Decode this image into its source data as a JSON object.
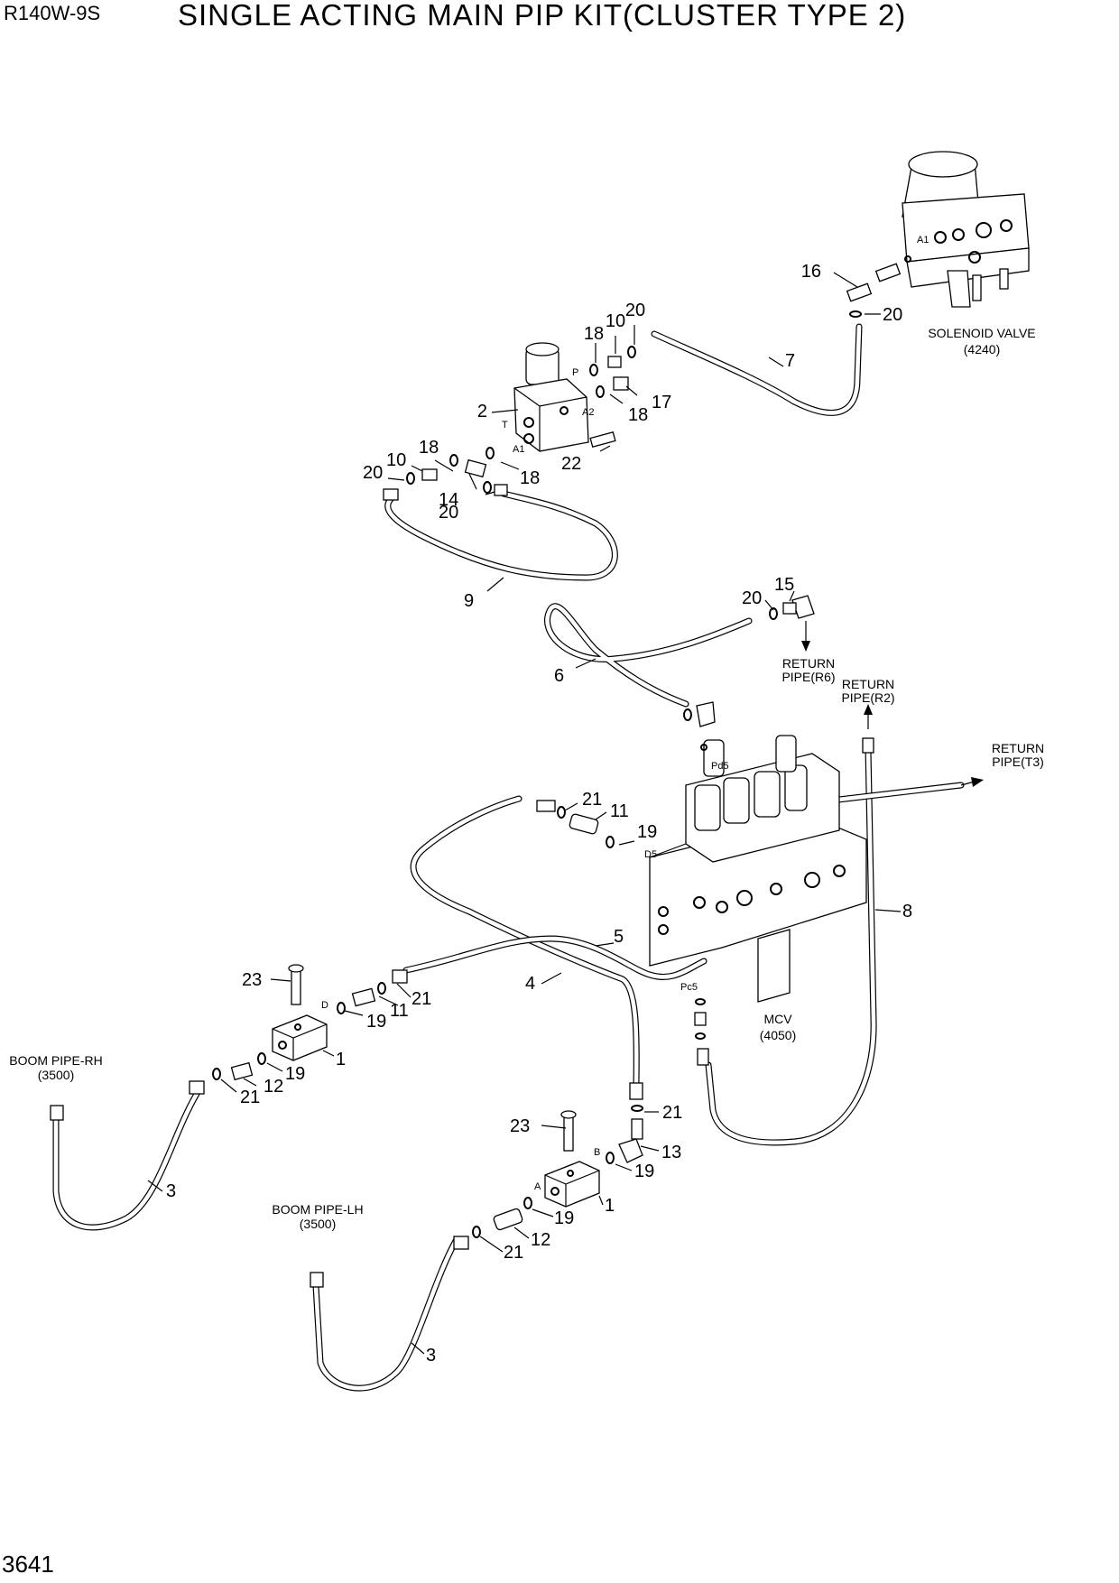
{
  "header": {
    "model": "R140W-9S",
    "title": "SINGLE ACTING MAIN PIP KIT(CLUSTER TYPE 2)"
  },
  "footer": {
    "page_number": "3641"
  },
  "components": {
    "solenoid_valve": {
      "name": "SOLENOID VALVE",
      "ref": "(4240)"
    },
    "mcv": {
      "name": "MCV",
      "ref": "(4050)"
    },
    "return_r6": {
      "line1": "RETURN",
      "line2": "PIPE(R6)"
    },
    "return_r2": {
      "line1": "RETURN",
      "line2": "PIPE(R2)"
    },
    "return_t3": {
      "line1": "RETURN",
      "line2": "PIPE(T3)"
    },
    "boom_rh": {
      "line1": "BOOM PIPE-RH",
      "line2": "(3500)"
    },
    "boom_lh": {
      "line1": "BOOM PIPE-LH",
      "line2": "(3500)"
    }
  },
  "ports": {
    "a1_sol": "A1",
    "p": "P",
    "t": "T",
    "a2": "A2",
    "a1_valve": "A1",
    "pd5": "Pd5",
    "d5": "D5",
    "pc5": "Pc5",
    "d": "D",
    "b": "B",
    "a": "A"
  },
  "callouts": {
    "c16": "16",
    "c20a": "20",
    "c18a": "18",
    "c10a": "10",
    "c20b": "20",
    "c7": "7",
    "c2": "2",
    "c18b": "18",
    "c17": "17",
    "c22": "22",
    "c18c": "18",
    "c10b": "10",
    "c20c": "20",
    "c14": "14",
    "c20d": "20",
    "c18d": "18",
    "c9": "9",
    "c15": "15",
    "c20e": "20",
    "c6": "6",
    "c21a": "21",
    "c11a": "11",
    "c19a": "19",
    "c8": "8",
    "c5": "5",
    "c4": "4",
    "c23a": "23",
    "c21b": "21",
    "c11b": "11",
    "c19b": "19",
    "c1a": "1",
    "c19c": "19",
    "c12a": "12",
    "c21c": "21",
    "c3a": "3",
    "c21d": "21",
    "c23b": "23",
    "c13": "13",
    "c19d": "19",
    "c1b": "1",
    "c19e": "19",
    "c12b": "12",
    "c21e": "21",
    "c3b": "3"
  }
}
